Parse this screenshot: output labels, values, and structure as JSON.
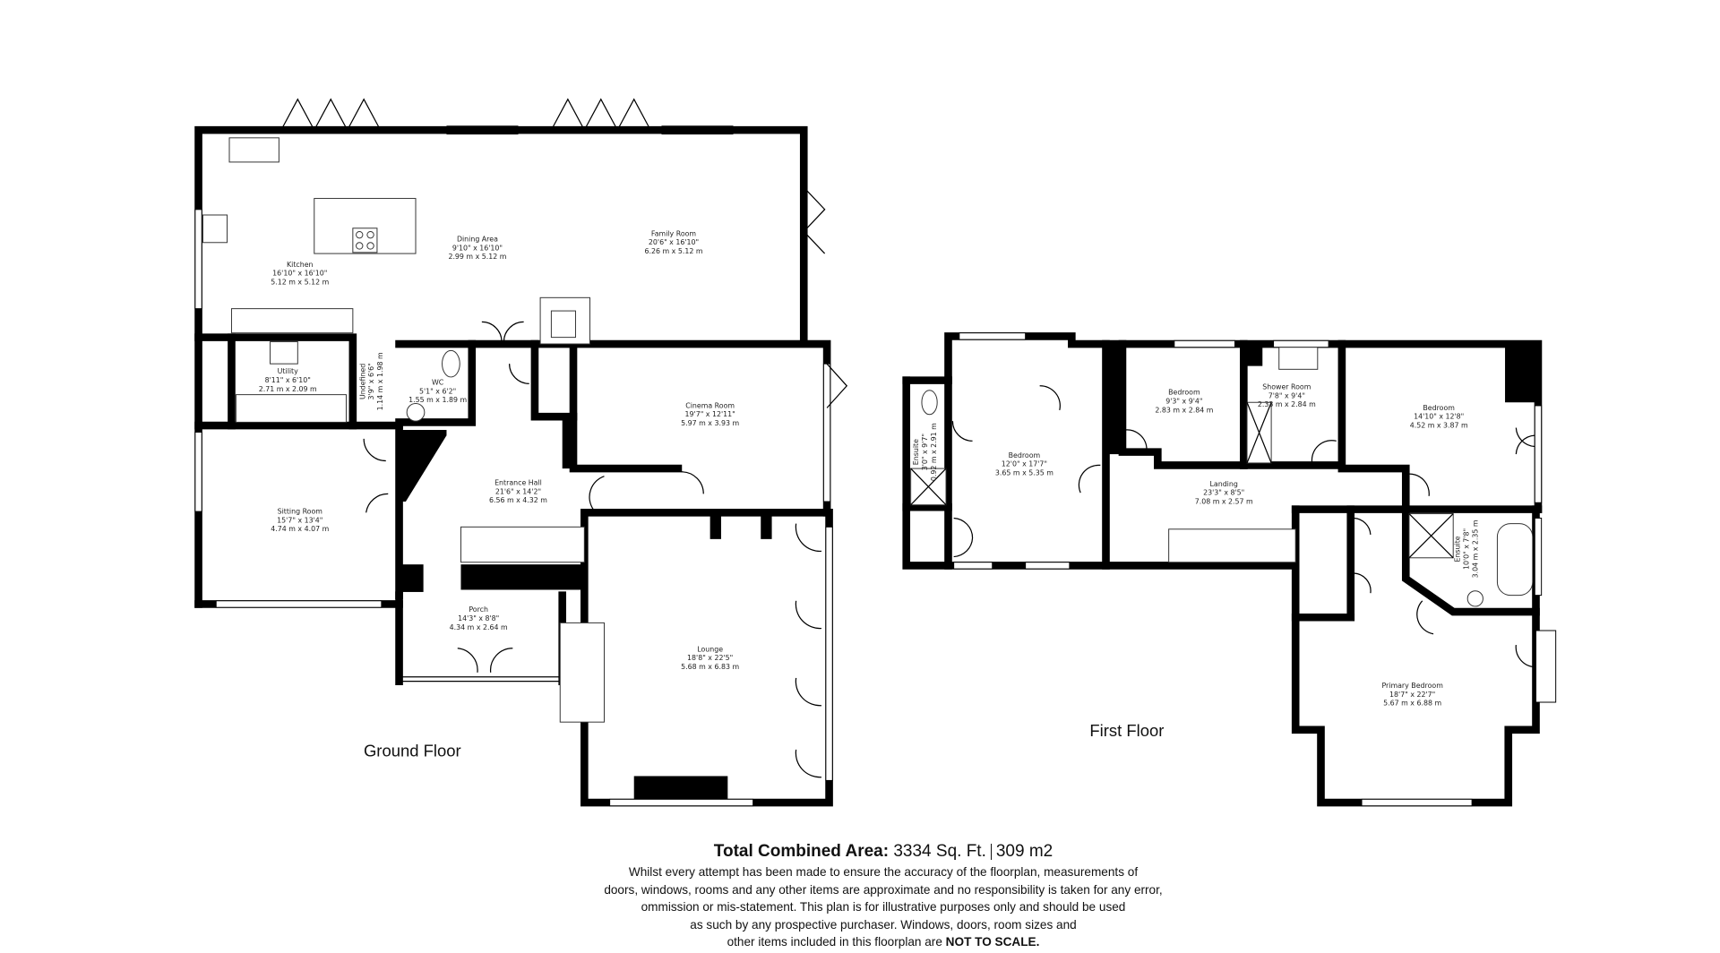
{
  "ground_floor": {
    "label": "Ground Floor",
    "rooms": [
      {
        "name": "Kitchen",
        "imperial": "16'10\" x 16'10\"",
        "metric": "5.12 m x 5.12 m"
      },
      {
        "name": "Dining Area",
        "imperial": "9'10\" x 16'10\"",
        "metric": "2.99 m x 5.12 m"
      },
      {
        "name": "Family Room",
        "imperial": "20'6\" x 16'10\"",
        "metric": "6.26 m x 5.12 m"
      },
      {
        "name": "Utility",
        "imperial": "8'11\" x 6'10\"",
        "metric": "2.71 m x 2.09 m"
      },
      {
        "name": "Undefined",
        "imperial": "3'9\" x 6'6\"",
        "metric": "1.14 m x 1.98 m"
      },
      {
        "name": "WC",
        "imperial": "5'1\" x 6'2\"",
        "metric": "1.55 m x 1.89 m"
      },
      {
        "name": "Cinema Room",
        "imperial": "19'7\" x 12'11\"",
        "metric": "5.97 m x 3.93 m"
      },
      {
        "name": "Sitting Room",
        "imperial": "15'7\" x 13'4\"",
        "metric": "4.74 m x 4.07 m"
      },
      {
        "name": "Entrance Hall",
        "imperial": "21'6\" x 14'2\"",
        "metric": "6.56 m x 4.32 m"
      },
      {
        "name": "Porch",
        "imperial": "14'3\" x 8'8\"",
        "metric": "4.34 m x 2.64 m"
      },
      {
        "name": "Lounge",
        "imperial": "18'8\" x 22'5\"",
        "metric": "5.68 m x 6.83 m"
      }
    ]
  },
  "first_floor": {
    "label": "First Floor",
    "rooms": [
      {
        "name": "Ensuite",
        "imperial": "3'0\" x 9'7\"",
        "metric": "0.92 m x 2.91 m"
      },
      {
        "name": "Bedroom",
        "imperial": "12'0\" x 17'7\"",
        "metric": "3.65 m x 5.35 m"
      },
      {
        "name": "Bedroom",
        "imperial": "9'3\" x 9'4\"",
        "metric": "2.83 m x 2.84 m"
      },
      {
        "name": "Shower Room",
        "imperial": "7'8\" x 9'4\"",
        "metric": "2.33 m x 2.84 m"
      },
      {
        "name": "Bedroom",
        "imperial": "14'10\" x 12'8\"",
        "metric": "4.52 m x 3.87 m"
      },
      {
        "name": "Landing",
        "imperial": "23'3\" x 8'5\"",
        "metric": "7.08 m x 2.57 m"
      },
      {
        "name": "Ensuite",
        "imperial": "10'0\" x 7'8\"",
        "metric": "3.04 m x 2.35 m"
      },
      {
        "name": "Primary Bedroom",
        "imperial": "18'7\" x 22'7\"",
        "metric": "5.67 m x 6.88 m"
      }
    ]
  },
  "footer": {
    "total_label": "Total Combined Area:",
    "sq_ft": "3334 Sq. Ft.",
    "sq_m": "309 m2",
    "disclaimer_lines": [
      "Whilst every attempt has been made to ensure the accuracy of the floorplan, measurements of",
      "doors, windows, rooms and any other items are approximate and no responsibility is taken for any error,",
      "ommission or mis-statement. This plan is for illustrative purposes only and should be used",
      "as such by any prospective purchaser. Windows, doors, room sizes and",
      "other items included in this floorplan are"
    ],
    "not_to_scale": "NOT TO SCALE."
  }
}
